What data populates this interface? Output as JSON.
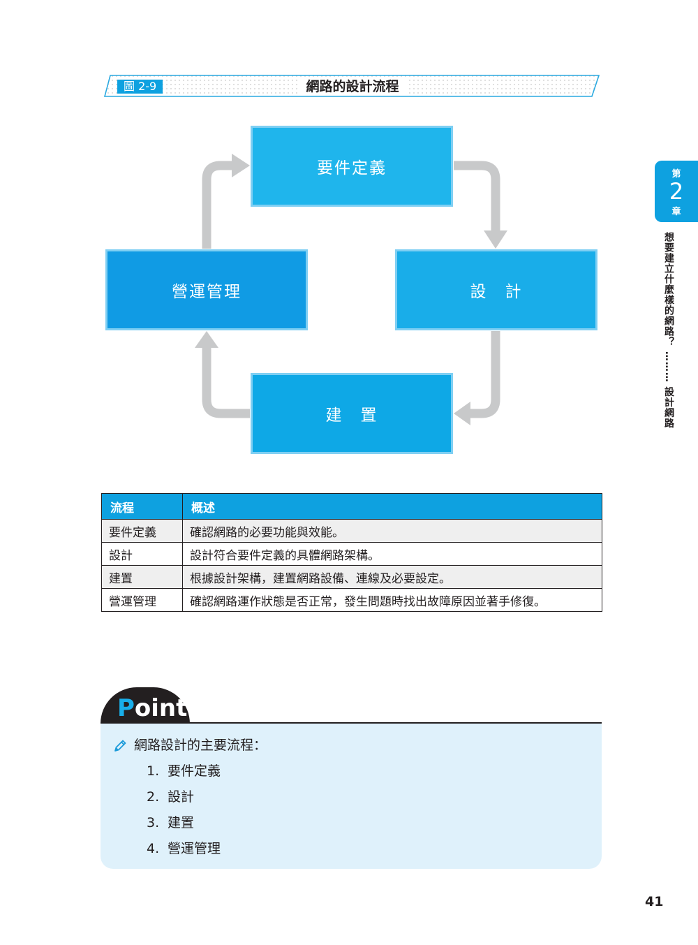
{
  "figure": {
    "number": "圖 2-9",
    "title": "網路的設計流程"
  },
  "diagram": {
    "steps": {
      "requirements": "要件定義",
      "design": "設　計",
      "build": "建　置",
      "operations": "營運管理"
    },
    "colors": {
      "arrow": "#c8c9ca",
      "box_border": "#7fcff3"
    }
  },
  "table": {
    "headers": [
      "流程",
      "概述"
    ],
    "rows": [
      [
        "要件定義",
        "確認網路的必要功能與效能。"
      ],
      [
        "設計",
        "設計符合要件定義的具體網路架構。"
      ],
      [
        "建置",
        "根據設計架構，建置網路設備、連線及必要設定。"
      ],
      [
        "營運管理",
        "確認網路運作狀態是否正常，發生問題時找出故障原因並著手修復。"
      ]
    ]
  },
  "point": {
    "label_first": "P",
    "label_rest": "oint",
    "heading": "網路設計的主要流程：",
    "items": [
      {
        "num": "1.",
        "text": "要件定義"
      },
      {
        "num": "2.",
        "text": "設計"
      },
      {
        "num": "3.",
        "text": "建置"
      },
      {
        "num": "4.",
        "text": "營運管理"
      }
    ]
  },
  "sidebar": {
    "chapter_prefix": "第",
    "chapter_number": "2",
    "chapter_suffix": "章",
    "chapter_title": "想要建立什麼樣的網路？ ……… 設計網路"
  },
  "page_number": "41",
  "colors": {
    "accent": "#0ea1e0",
    "point_bg": "#dff1fb"
  }
}
